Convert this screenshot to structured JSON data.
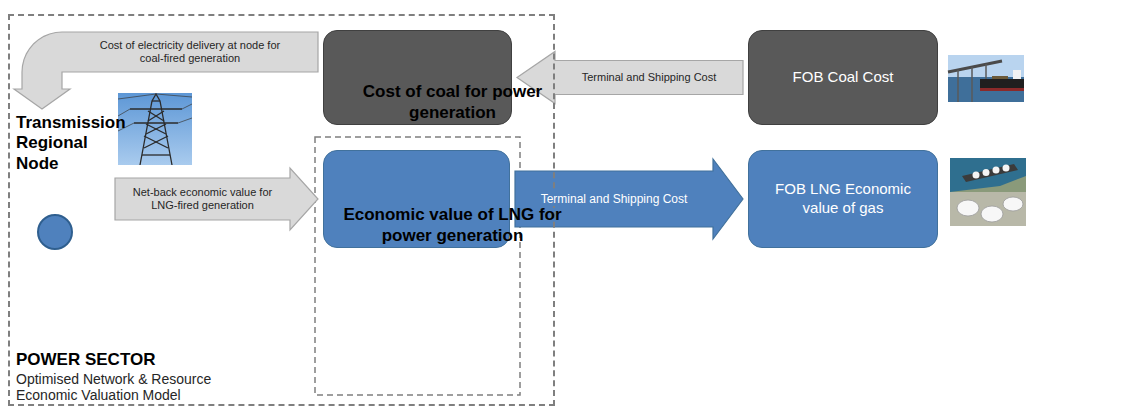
{
  "diagram": {
    "nodes": [
      {
        "text": [
          "POWER SECTOR",
          "Optimised Network & Resource Economic Valuation Model"
        ]
      },
      {
        "text": [
          "Cost of coal for power generation"
        ],
        "in": 0
      },
      {
        "text": [
          "Transmission Regional Node"
        ],
        "in": 0
      },
      {
        "text": [
          "Economic value of LNG for power generation"
        ],
        "in": 0
      },
      {
        "text": [
          "FOB Coal Cost"
        ]
      },
      {
        "text": [
          "FOB LNG Economic value of gas"
        ]
      }
    ],
    "edges": [
      {
        "from": 4,
        "to": 1,
        "arrow": "to",
        "label": "Terminal and Shipping Cost"
      },
      {
        "from": 1,
        "to": 2,
        "arrow": "to",
        "label": "Cost of electricity delivery at node for coal-fired generation"
      },
      {
        "from": 2,
        "to": 3,
        "arrow": "to",
        "label": "Net-back economic value for LNG-fired generation"
      },
      {
        "from": 3,
        "to": 5,
        "arrow": "to",
        "label": "Terminal and Shipping Cost"
      }
    ]
  }
}
